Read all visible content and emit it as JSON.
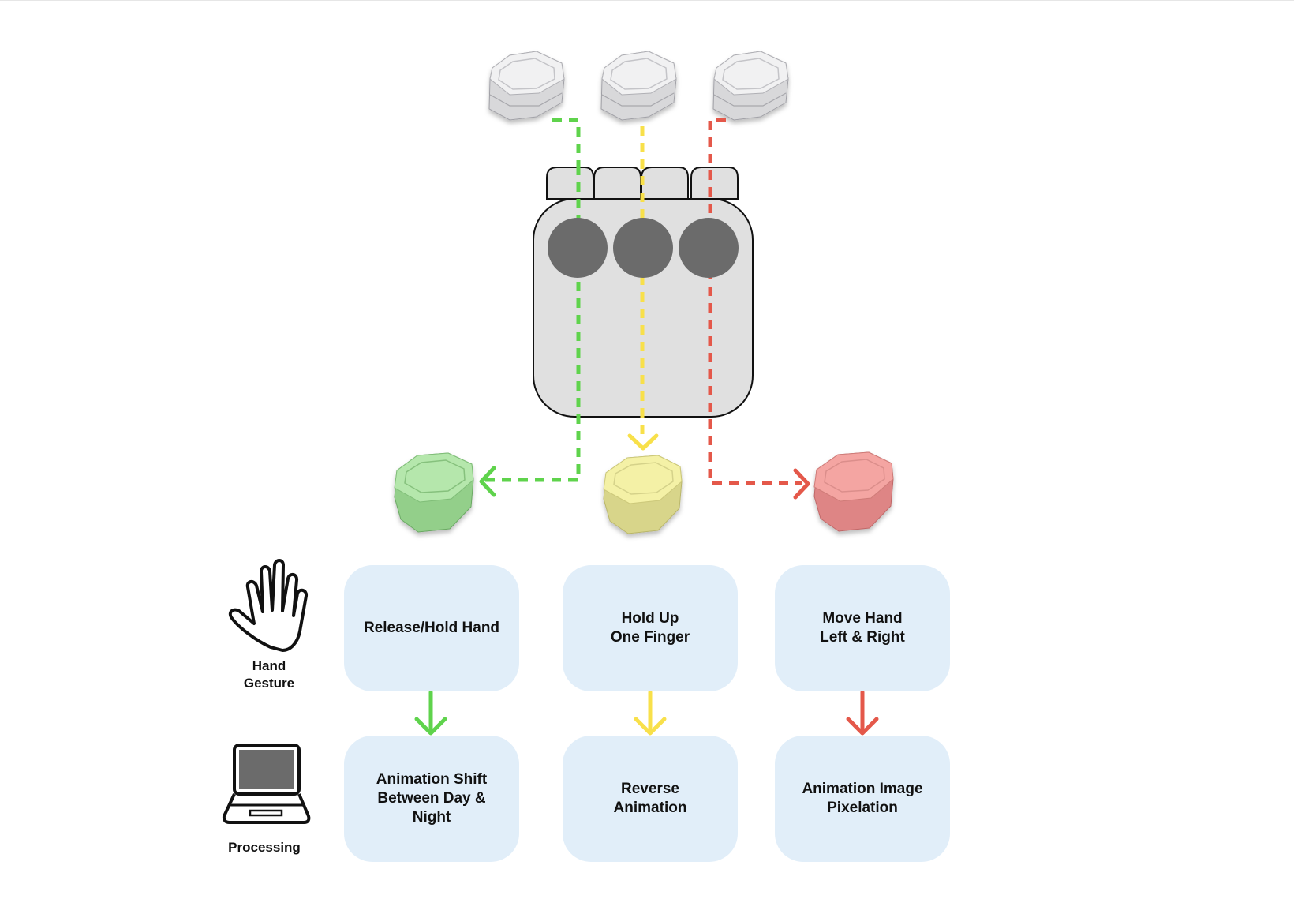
{
  "colors": {
    "green": "#5fd34c",
    "yellow": "#f8e04a",
    "red": "#e4584a",
    "card_fill": "#e1eef9",
    "device_fill": "#e0e0e0",
    "sensor_dot": "#6b6b6b"
  },
  "labels": {
    "gesture": [
      "Hand",
      "Gesture"
    ],
    "processing": [
      "Processing"
    ]
  },
  "gesture_cards": [
    {
      "lines": [
        "Release/Hold Hand"
      ],
      "color": "green"
    },
    {
      "lines": [
        "Hold Up",
        "One Finger"
      ],
      "color": "yellow"
    },
    {
      "lines": [
        "Move Hand",
        "Left & Right"
      ],
      "color": "red"
    }
  ],
  "processing_cards": [
    {
      "lines": [
        "Animation Shift",
        "Between Day &",
        "Night"
      ]
    },
    {
      "lines": [
        "Reverse",
        "Animation"
      ]
    },
    {
      "lines": [
        "Animation Image",
        "Pixelation"
      ]
    }
  ],
  "icons": {
    "hand": "open-hand-icon",
    "laptop": "laptop-icon",
    "input_cubes": "hexagonal-block-icon",
    "sensor_device": "sensor-device-icon"
  }
}
